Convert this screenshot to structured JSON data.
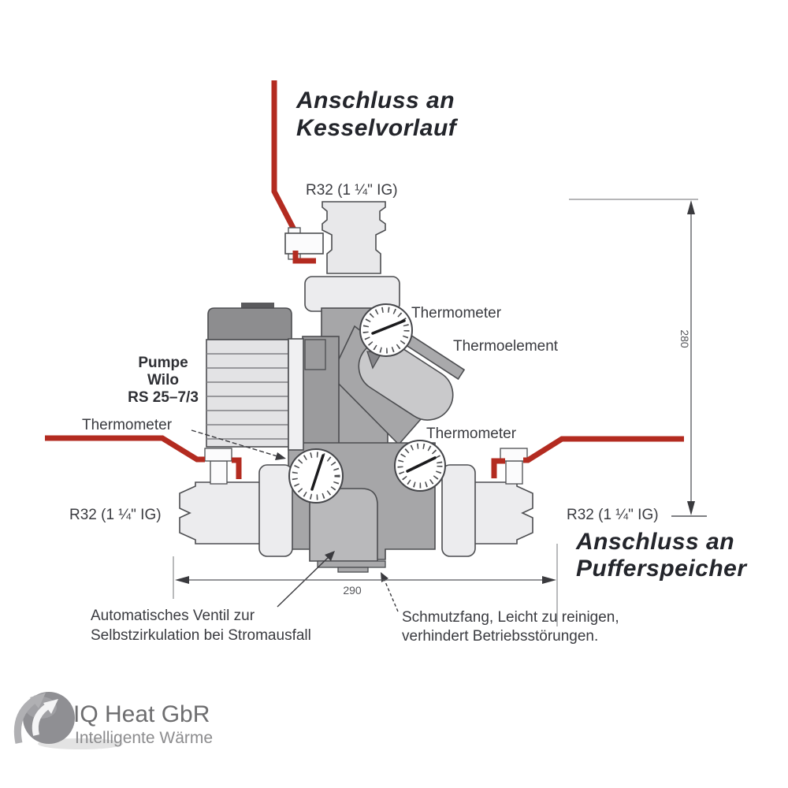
{
  "diagram": {
    "connections": {
      "kessel_line1": "Anschluss an",
      "kessel_line2": "Kesselvorlauf",
      "puffer_line1": "Anschluss an",
      "puffer_line2": "Pufferspeicher"
    },
    "fittings": {
      "top": "R32 (1 ¼\" IG)",
      "left": "R32 (1 ¼\" IG)",
      "right": "R32 (1 ¼\" IG)"
    },
    "parts": {
      "thermometer_top": "Thermometer",
      "thermoelement": "Thermoelement",
      "thermometer_mid": "Thermometer",
      "thermometer_left": "Thermometer",
      "pump_line1": "Pumpe",
      "pump_line2": "Wilo",
      "pump_line3": "RS 25–7/3"
    },
    "notes": {
      "valve_line1": "Automatisches Ventil zur",
      "valve_line2": "Selbstzirkulation bei Stromausfall",
      "strainer_line1": "Schmutzfang, Leicht zu reinigen,",
      "strainer_line2": "verhindert Betriebsstörungen."
    },
    "dimensions": {
      "height_mm": "280",
      "width_mm": "290"
    },
    "colors": {
      "pipe_red": "#b32b20",
      "body_gray": "#a6a6a8",
      "light_gray": "#ececee",
      "outline": "#4c4d50"
    }
  },
  "footer": {
    "brand": "IQ Heat GbR",
    "tagline": "Intelligente Wärme",
    "logo_icon": "globe-arrows-icon"
  }
}
